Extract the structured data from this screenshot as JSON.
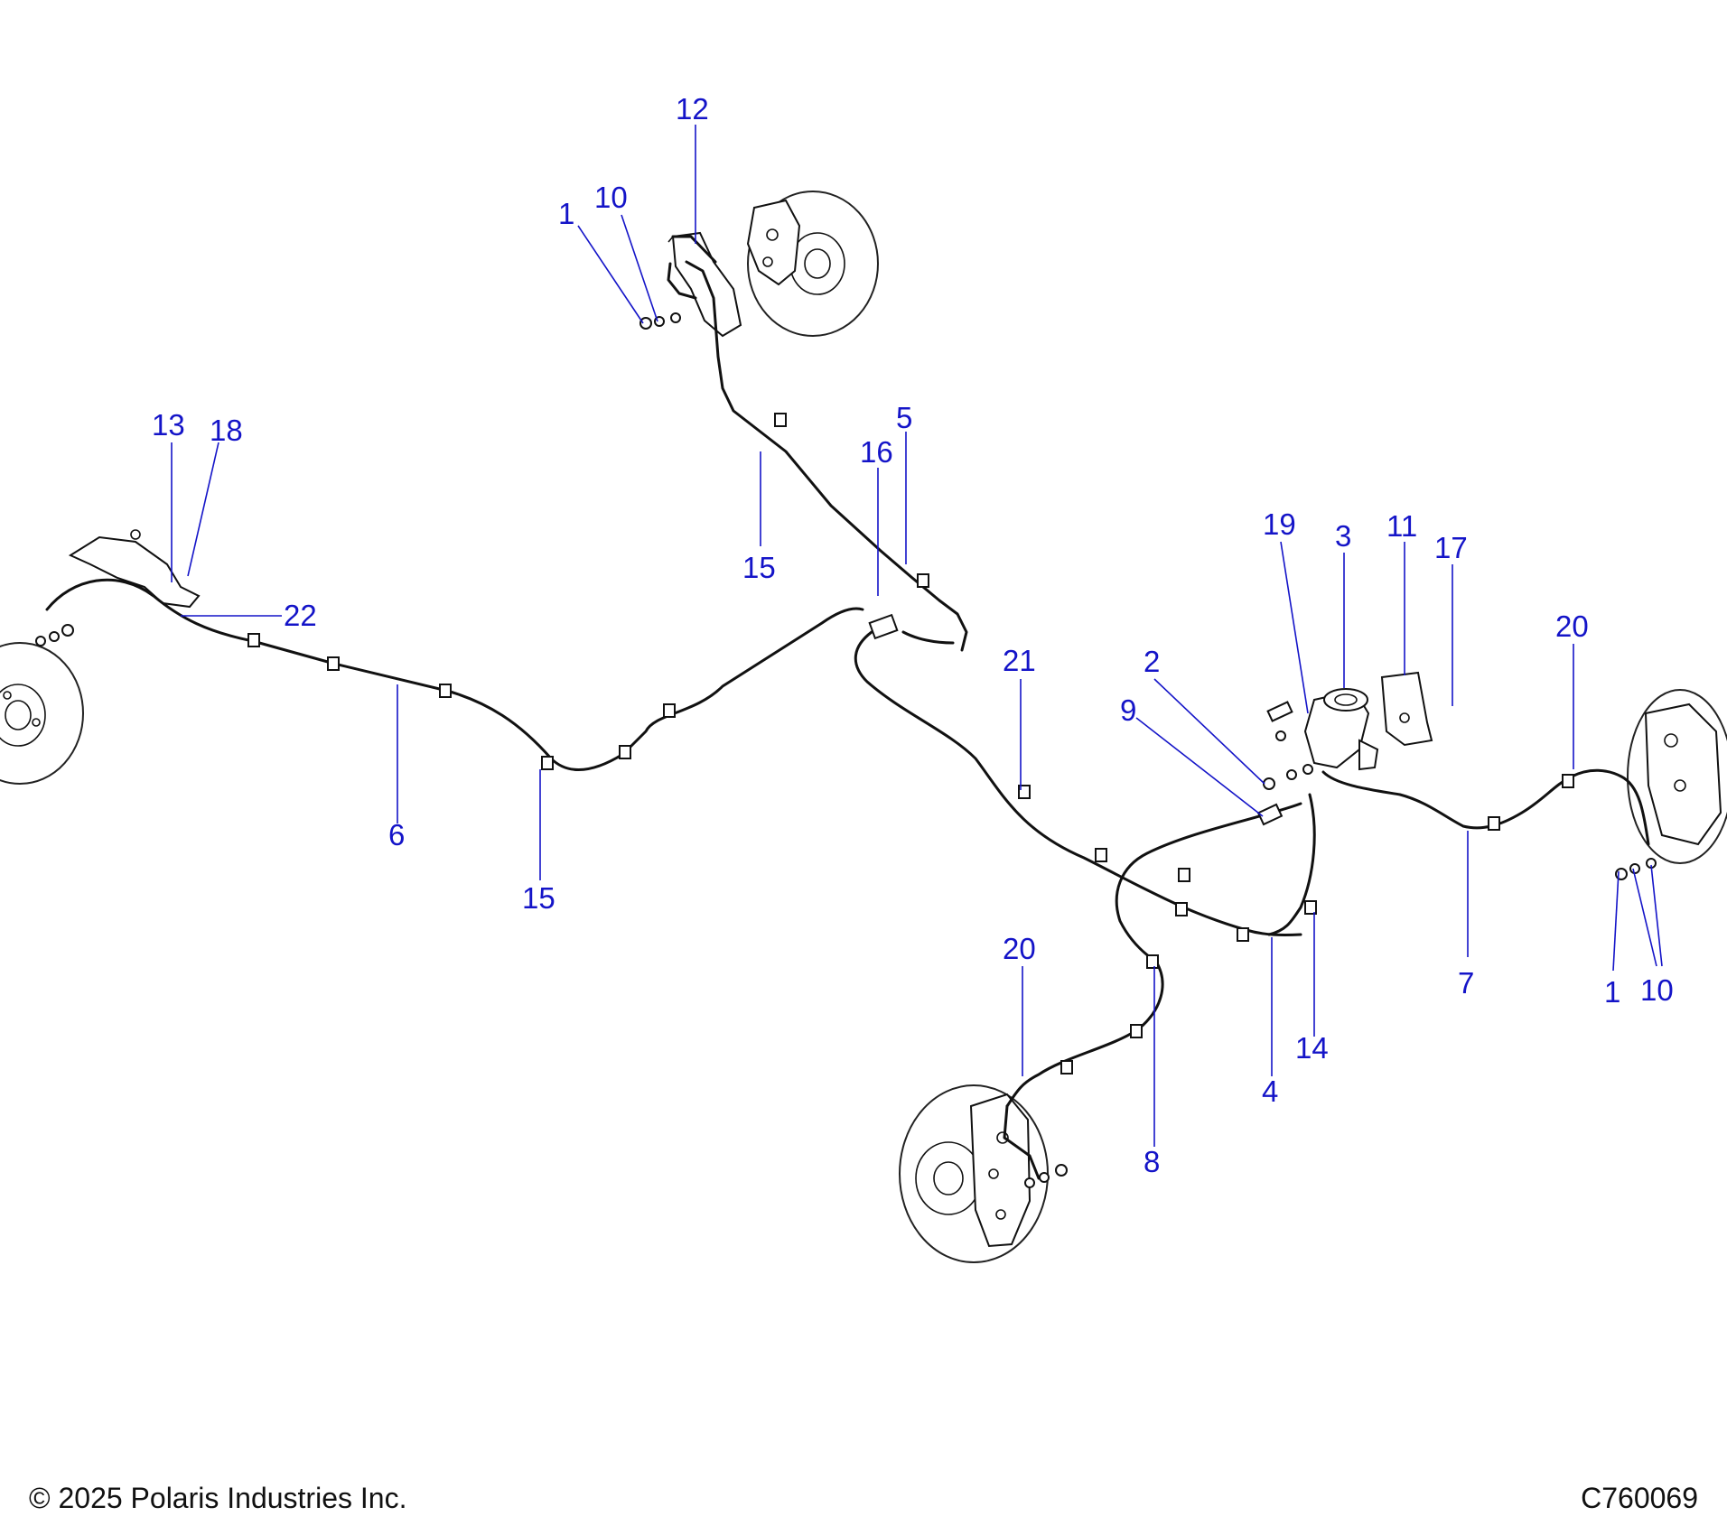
{
  "callouts": [
    {
      "id": "c1a",
      "text": "1"
    },
    {
      "id": "c10a",
      "text": "10"
    },
    {
      "id": "c12",
      "text": "12"
    },
    {
      "id": "c13",
      "text": "13"
    },
    {
      "id": "c18",
      "text": "18"
    },
    {
      "id": "c22",
      "text": "22"
    },
    {
      "id": "c6",
      "text": "6"
    },
    {
      "id": "c15a",
      "text": "15"
    },
    {
      "id": "c15b",
      "text": "15"
    },
    {
      "id": "c16",
      "text": "16"
    },
    {
      "id": "c5",
      "text": "5"
    },
    {
      "id": "c21",
      "text": "21"
    },
    {
      "id": "c19",
      "text": "19"
    },
    {
      "id": "c3",
      "text": "3"
    },
    {
      "id": "c11",
      "text": "11"
    },
    {
      "id": "c17",
      "text": "17"
    },
    {
      "id": "c20a",
      "text": "20"
    },
    {
      "id": "c2",
      "text": "2"
    },
    {
      "id": "c9",
      "text": "9"
    },
    {
      "id": "c20b",
      "text": "20"
    },
    {
      "id": "c8",
      "text": "8"
    },
    {
      "id": "c4",
      "text": "4"
    },
    {
      "id": "c14",
      "text": "14"
    },
    {
      "id": "c7",
      "text": "7"
    },
    {
      "id": "c1b",
      "text": "1"
    },
    {
      "id": "c10b",
      "text": "10"
    }
  ],
  "footer": {
    "copyright": "© 2025 Polaris Industries Inc.",
    "drawing_id": "C760069"
  },
  "colors": {
    "callout": "#1414c8",
    "linework": "#111111"
  }
}
